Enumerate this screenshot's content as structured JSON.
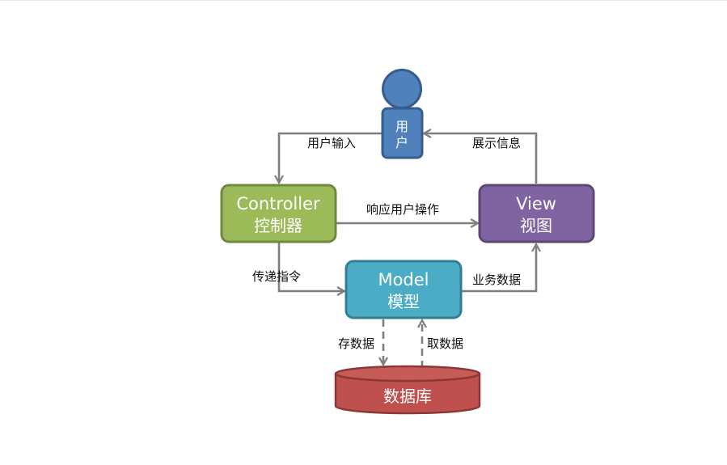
{
  "colors": {
    "user": "#4f81bd",
    "user_border": "#385d8a",
    "controller": "#9bbb59",
    "controller_border": "#71893f",
    "view": "#8064a2",
    "view_border": "#5c4776",
    "model": "#4bacc6",
    "model_border": "#357d91",
    "database": "#c0504d",
    "database_top": "#c75b58",
    "database_border": "#8c3836",
    "arrow": "#7f7f7f"
  },
  "nodes": {
    "user": {
      "line1": "用",
      "line2": "户",
      "icon": "person-icon"
    },
    "controller": {
      "line1": "Controller",
      "line2": "控制器"
    },
    "view": {
      "line1": "View",
      "line2": "视图"
    },
    "model": {
      "line1": "Model",
      "line2": "模型"
    },
    "database": {
      "label": "数据库",
      "icon": "database-cylinder-icon"
    }
  },
  "edges": {
    "user_input": "用户输入",
    "show_info": "展示信息",
    "respond": "响应用户操作",
    "pass_command": "传递指令",
    "business_data": "业务数据",
    "store_data": "存数据",
    "fetch_data": "取数据"
  }
}
